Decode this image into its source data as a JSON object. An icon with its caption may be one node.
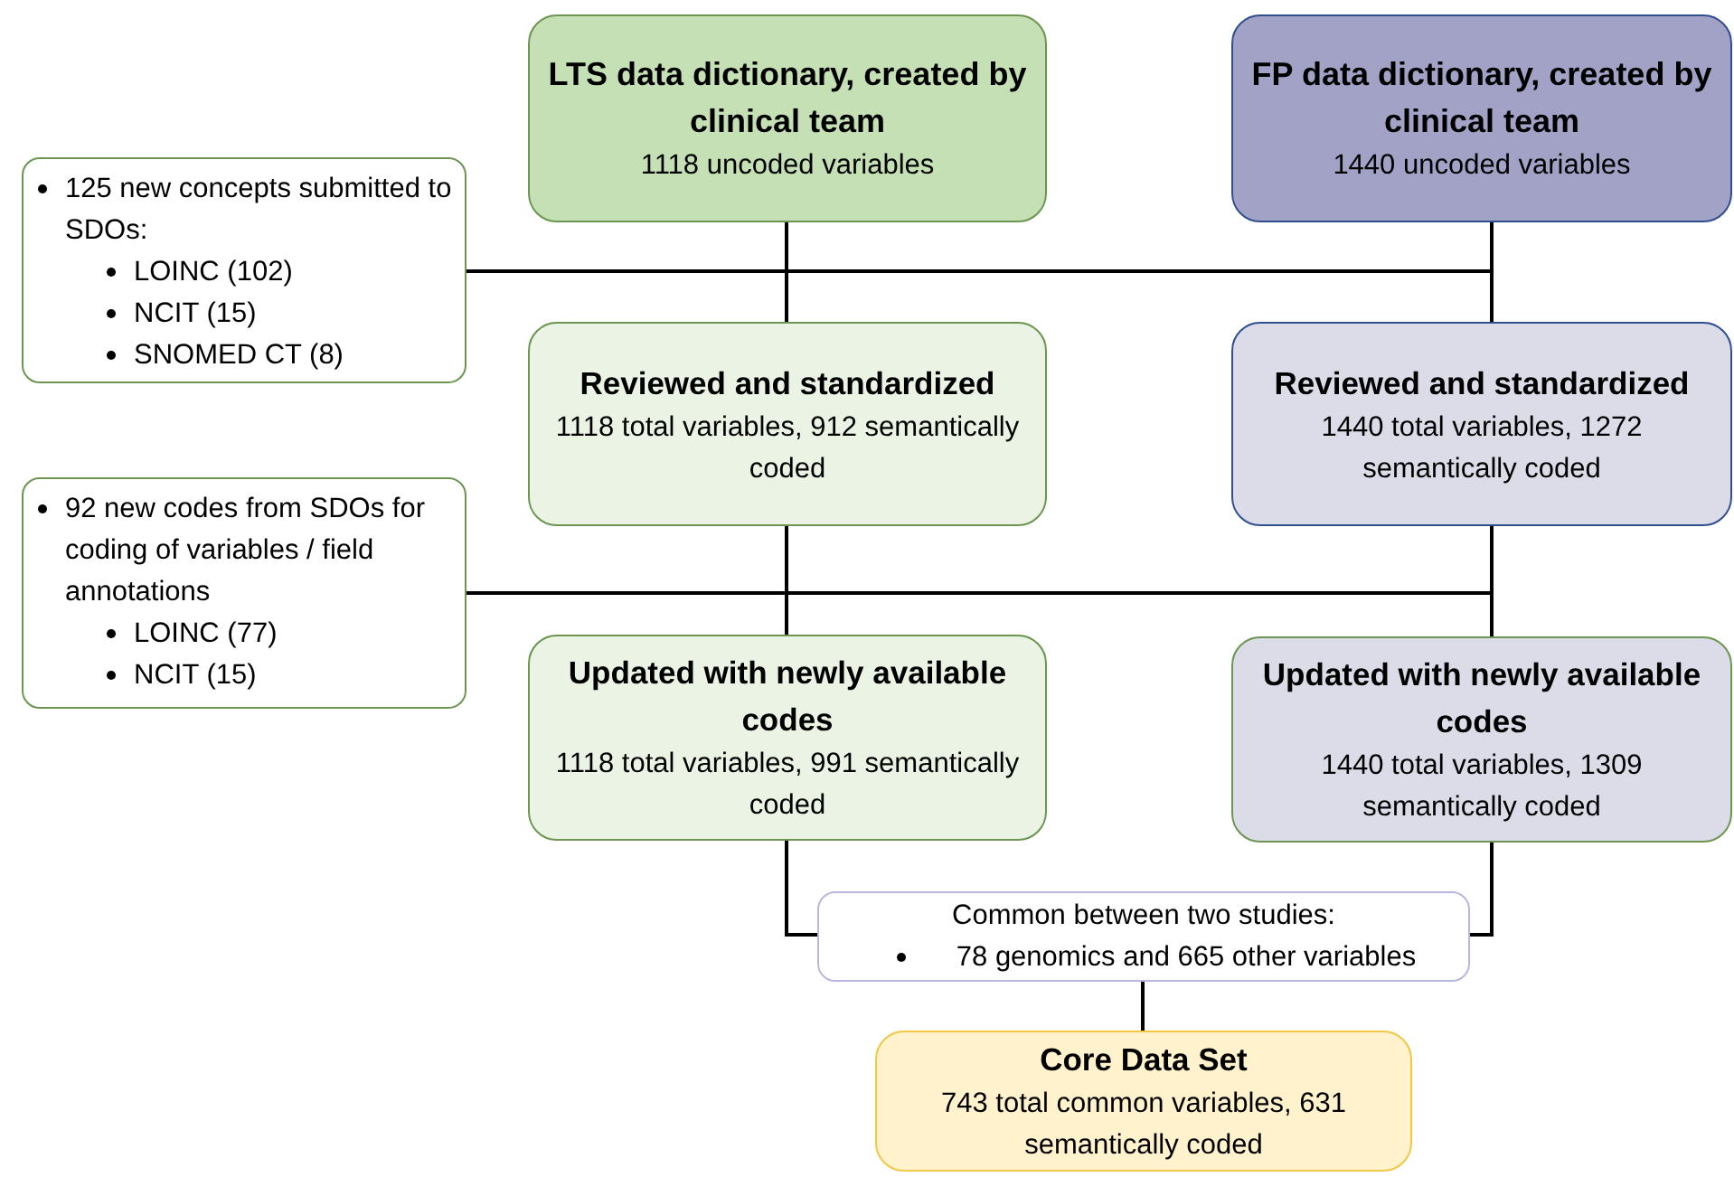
{
  "diagram": {
    "nodes": [
      {
        "text": [
          "LTS data dictionary, created by clinical team",
          "1118 uncoded variables"
        ]
      },
      {
        "text": [
          "FP data dictionary, created by clinical team",
          "1440 uncoded variables"
        ]
      },
      {
        "text": [
          "125 new concepts submitted to SDOs:",
          "LOINC (102)",
          "NCIT (15)",
          "SNOMED CT (8)"
        ]
      },
      {
        "text": [
          "Reviewed and standardized",
          "1118 total variables, 912 semantically coded"
        ]
      },
      {
        "text": [
          "Reviewed and standardized",
          "1440 total variables, 1272 semantically coded"
        ]
      },
      {
        "text": [
          "92 new codes from SDOs for coding of variables / field annotations",
          "LOINC (77)",
          "NCIT (15)"
        ]
      },
      {
        "text": [
          "Updated with newly available codes",
          "1118 total variables, 991 semantically coded"
        ]
      },
      {
        "text": [
          "Updated with newly available codes",
          "1440 total variables, 1309 semantically coded"
        ]
      },
      {
        "text": [
          "Common between two studies:",
          "78 genomics and 665 other variables"
        ]
      },
      {
        "text": [
          "Core Data Set",
          "743 total common variables, 631 semantically coded"
        ]
      }
    ],
    "edges": [
      {
        "from": 0,
        "to": 3,
        "arrow": "none"
      },
      {
        "from": 1,
        "to": 4,
        "arrow": "none"
      },
      {
        "from": 2,
        "to": 3,
        "arrow": "none"
      },
      {
        "from": 2,
        "to": 4,
        "arrow": "none"
      },
      {
        "from": 3,
        "to": 6,
        "arrow": "none"
      },
      {
        "from": 4,
        "to": 7,
        "arrow": "none"
      },
      {
        "from": 5,
        "to": 6,
        "arrow": "none"
      },
      {
        "from": 5,
        "to": 7,
        "arrow": "none"
      },
      {
        "from": 6,
        "to": 8,
        "arrow": "none"
      },
      {
        "from": 7,
        "to": 8,
        "arrow": "none"
      },
      {
        "from": 8,
        "to": 9,
        "arrow": "none"
      }
    ]
  }
}
